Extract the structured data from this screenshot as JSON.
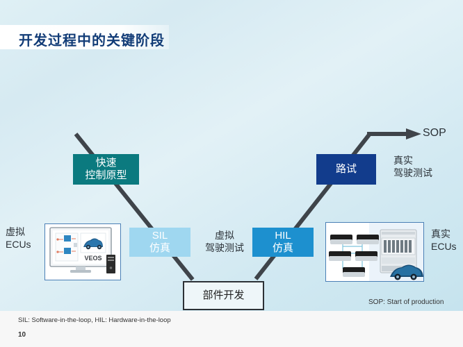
{
  "slide": {
    "title": "开发过程中的关键阶段",
    "page_number": "10",
    "footnote": "SIL: Software-in-the-loop, HIL: Hardware-in-the-loop",
    "sop_note": "SOP: Start of production",
    "background_top_color": "#dff0f5",
    "background_bottom_color": "#c2e0ec",
    "title_color": "#123c77"
  },
  "process": {
    "rapid_control_prototyping": {
      "line1": "快速",
      "line2": "控制原型",
      "color": "#0b7a7f",
      "text_color": "#ffffff"
    },
    "sil": {
      "line1": "SIL",
      "line2": "仿真",
      "color": "#9fd7f0",
      "text_color": "#ffffff"
    },
    "component_development": {
      "label": "部件开发",
      "color": "#eef6f9",
      "text_color": "#222222",
      "border_color": "#2c3136"
    },
    "hil": {
      "line1": "HIL",
      "line2": "仿真",
      "color": "#1d90cf",
      "text_color": "#ffffff"
    },
    "road_test": {
      "label": "路试",
      "color": "#123c8c",
      "text_color": "#ffffff"
    }
  },
  "labels": {
    "virtual_ecus": {
      "line1": "虚拟",
      "line2": "ECUs"
    },
    "virtual_driving_test": {
      "line1": "虚拟",
      "line2": "驾驶测试"
    },
    "real_driving_test": {
      "line1": "真实",
      "line2": "驾驶测试"
    },
    "real_ecus": {
      "line1": "真实",
      "line2": "ECUs"
    },
    "sop": "SOP"
  },
  "images": {
    "left_monitor": {
      "caption": "VEOS",
      "alt": "monitor-veos-simulation"
    },
    "right_hardware": {
      "alt": "ecu-network-hil-rack-vehicle"
    }
  }
}
